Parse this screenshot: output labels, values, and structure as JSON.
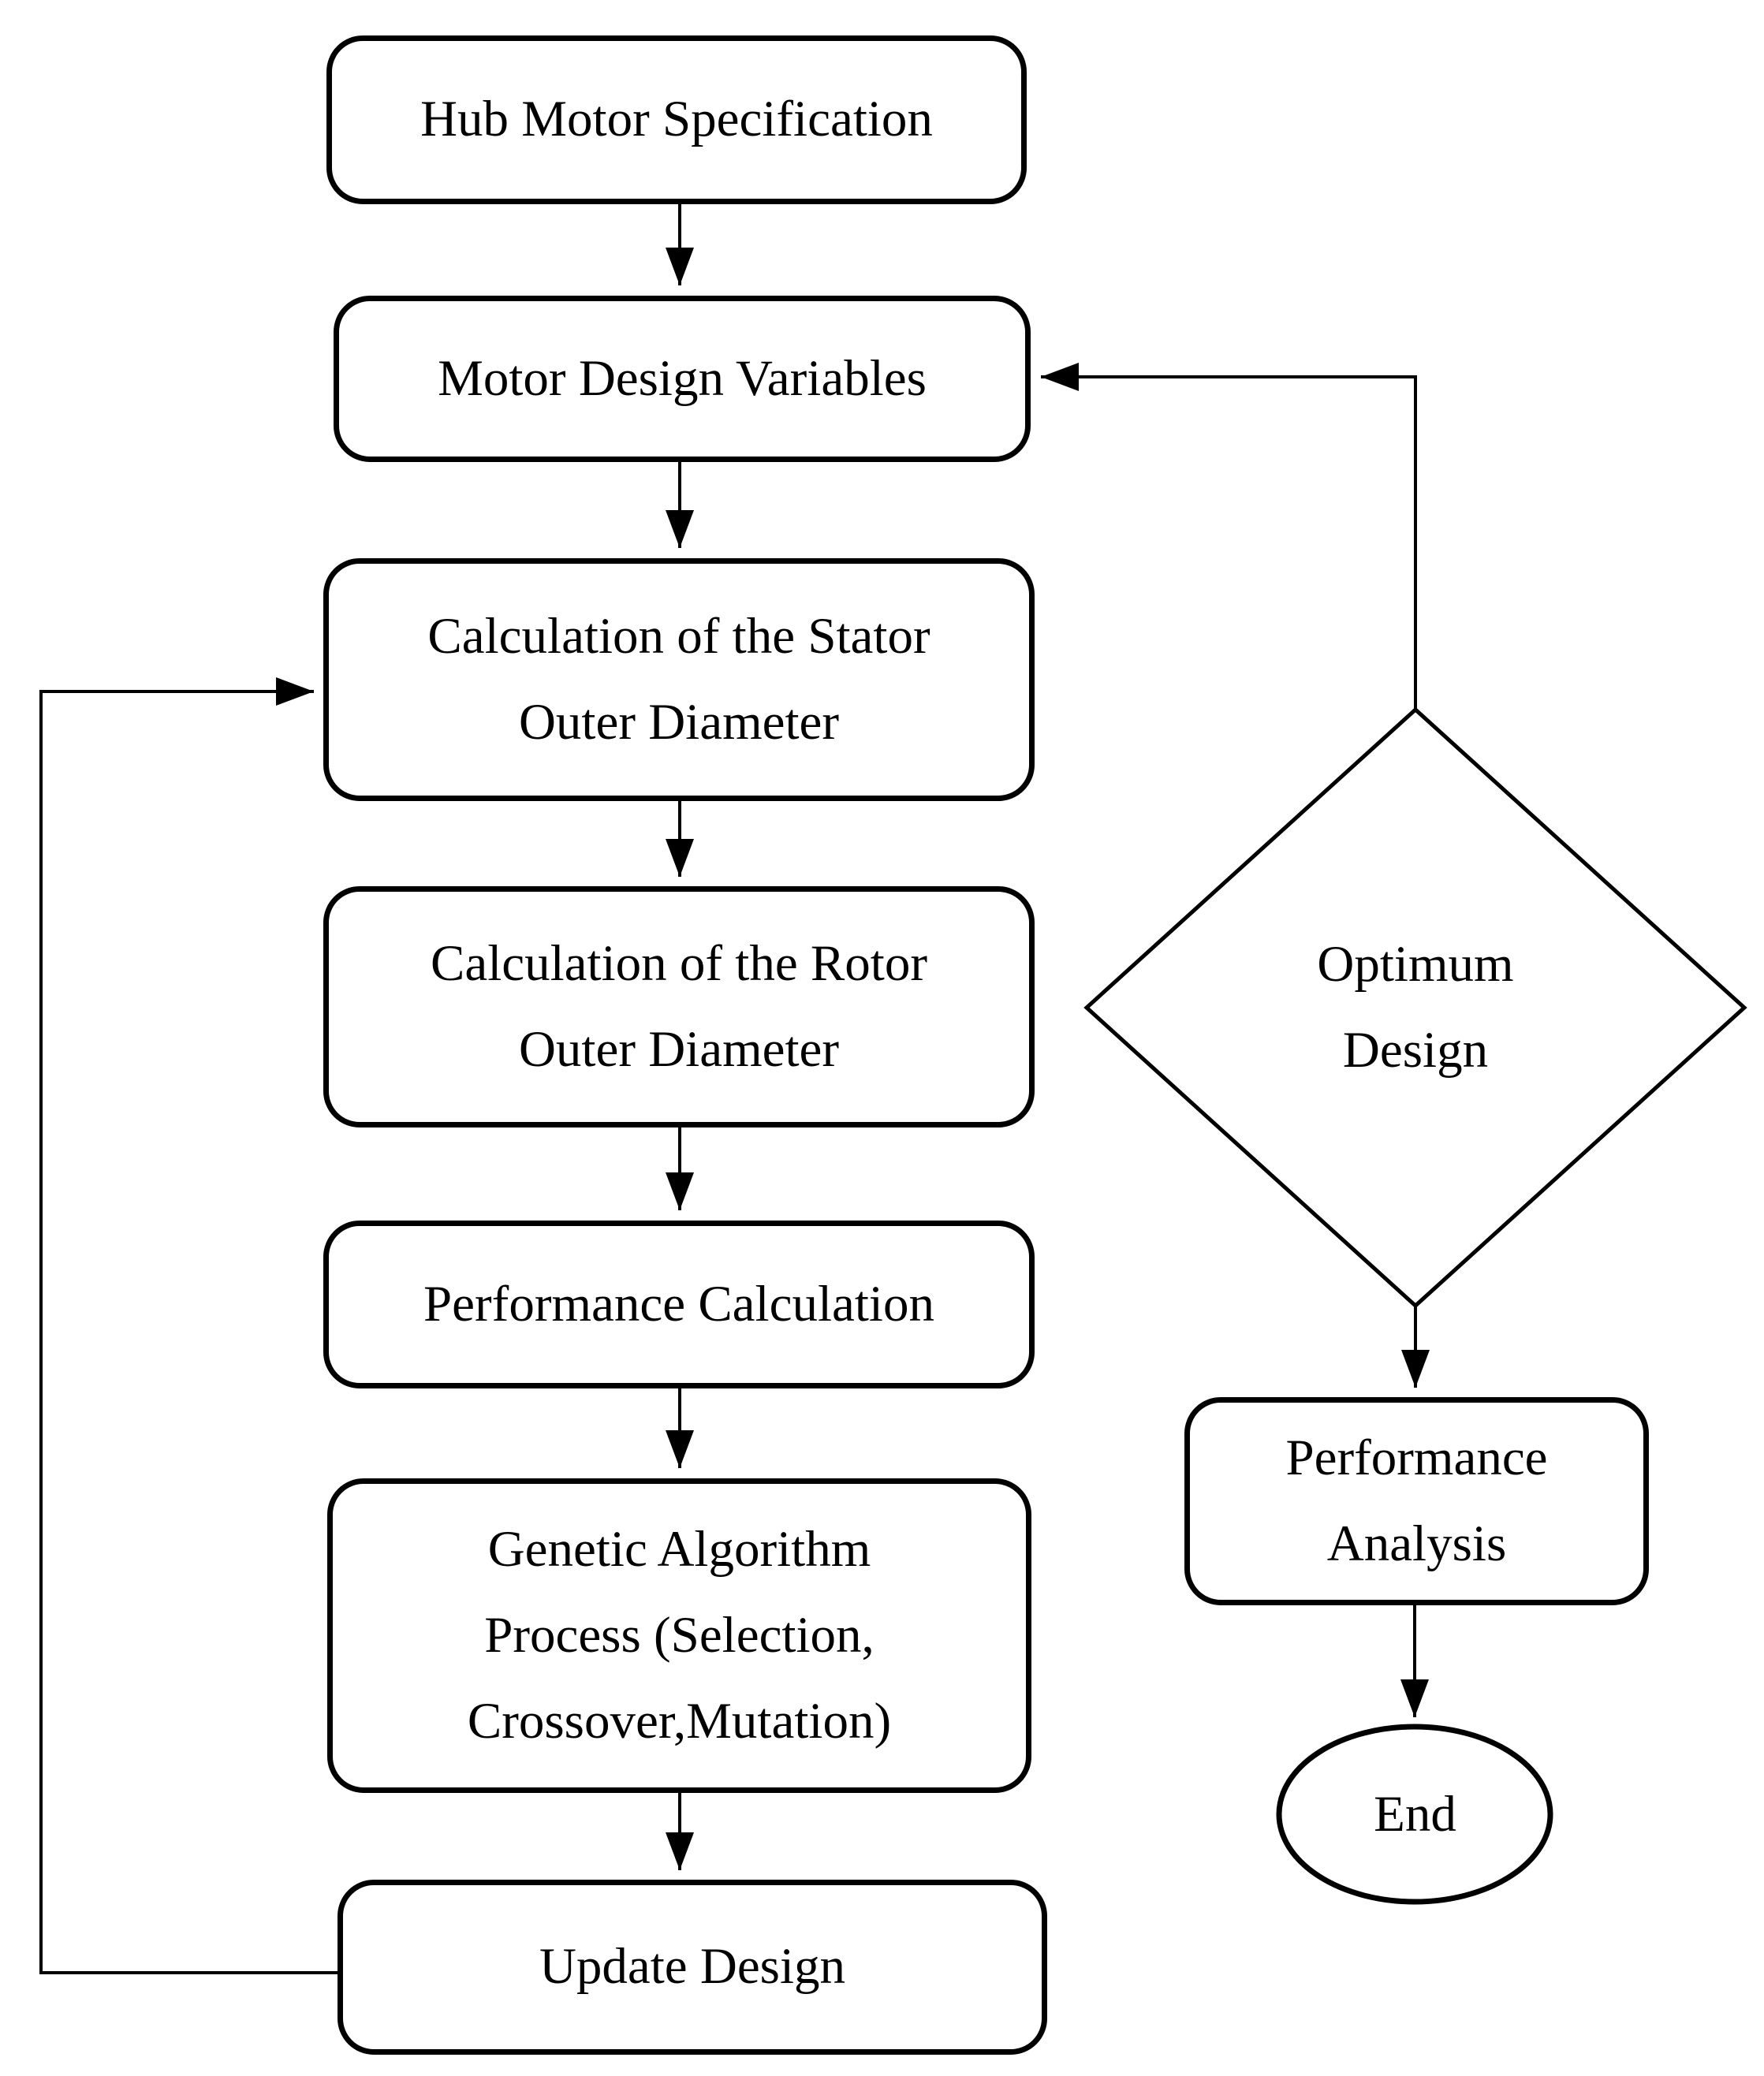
{
  "diagram": {
    "kind": "flowchart",
    "colors": {
      "line": "#000000",
      "fill": "#ffffff",
      "text": "#000000"
    },
    "nodes": {
      "hub_motor_specification": {
        "shape": "rounded-rect",
        "label": "Hub Motor Specification"
      },
      "motor_design_variables": {
        "shape": "rounded-rect",
        "label": "Motor Design Variables"
      },
      "stator_outer_diameter": {
        "shape": "rounded-rect",
        "lines": [
          "Calculation of the Stator",
          "Outer Diameter"
        ]
      },
      "rotor_outer_diameter": {
        "shape": "rounded-rect",
        "lines": [
          "Calculation of the Rotor",
          "Outer Diameter"
        ]
      },
      "performance_calculation": {
        "shape": "rounded-rect",
        "label": "Performance Calculation"
      },
      "genetic_algorithm": {
        "shape": "rounded-rect",
        "lines": [
          "Genetic Algorithm",
          "Process (Selection,",
          "Crossover,Mutation)"
        ]
      },
      "update_design": {
        "shape": "rounded-rect",
        "label": "Update Design"
      },
      "optimum_design": {
        "shape": "diamond",
        "lines": [
          "Optimum",
          "Design"
        ]
      },
      "performance_analysis": {
        "shape": "rounded-rect",
        "lines": [
          "Performance",
          "Analysis"
        ]
      },
      "end": {
        "shape": "ellipse",
        "label": "End"
      }
    },
    "edges": [
      {
        "from": "Hub Motor Specification",
        "to": "Motor Design Variables"
      },
      {
        "from": "Motor Design Variables",
        "to": "Calculation of the Stator Outer Diameter"
      },
      {
        "from": "Calculation of the Stator Outer Diameter",
        "to": "Calculation of the Rotor Outer Diameter"
      },
      {
        "from": "Calculation of the Rotor Outer Diameter",
        "to": "Performance Calculation"
      },
      {
        "from": "Performance Calculation",
        "to": "Genetic Algorithm Process (Selection, Crossover,Mutation)"
      },
      {
        "from": "Genetic Algorithm Process (Selection, Crossover,Mutation)",
        "to": "Update Design"
      },
      {
        "from": "Update Design",
        "to": "Calculation of the Stator Outer Diameter"
      },
      {
        "from": "Optimum Design",
        "to": "Motor Design Variables"
      },
      {
        "from": "Optimum Design",
        "to": "Performance Analysis"
      },
      {
        "from": "Performance Analysis",
        "to": "End"
      }
    ]
  }
}
